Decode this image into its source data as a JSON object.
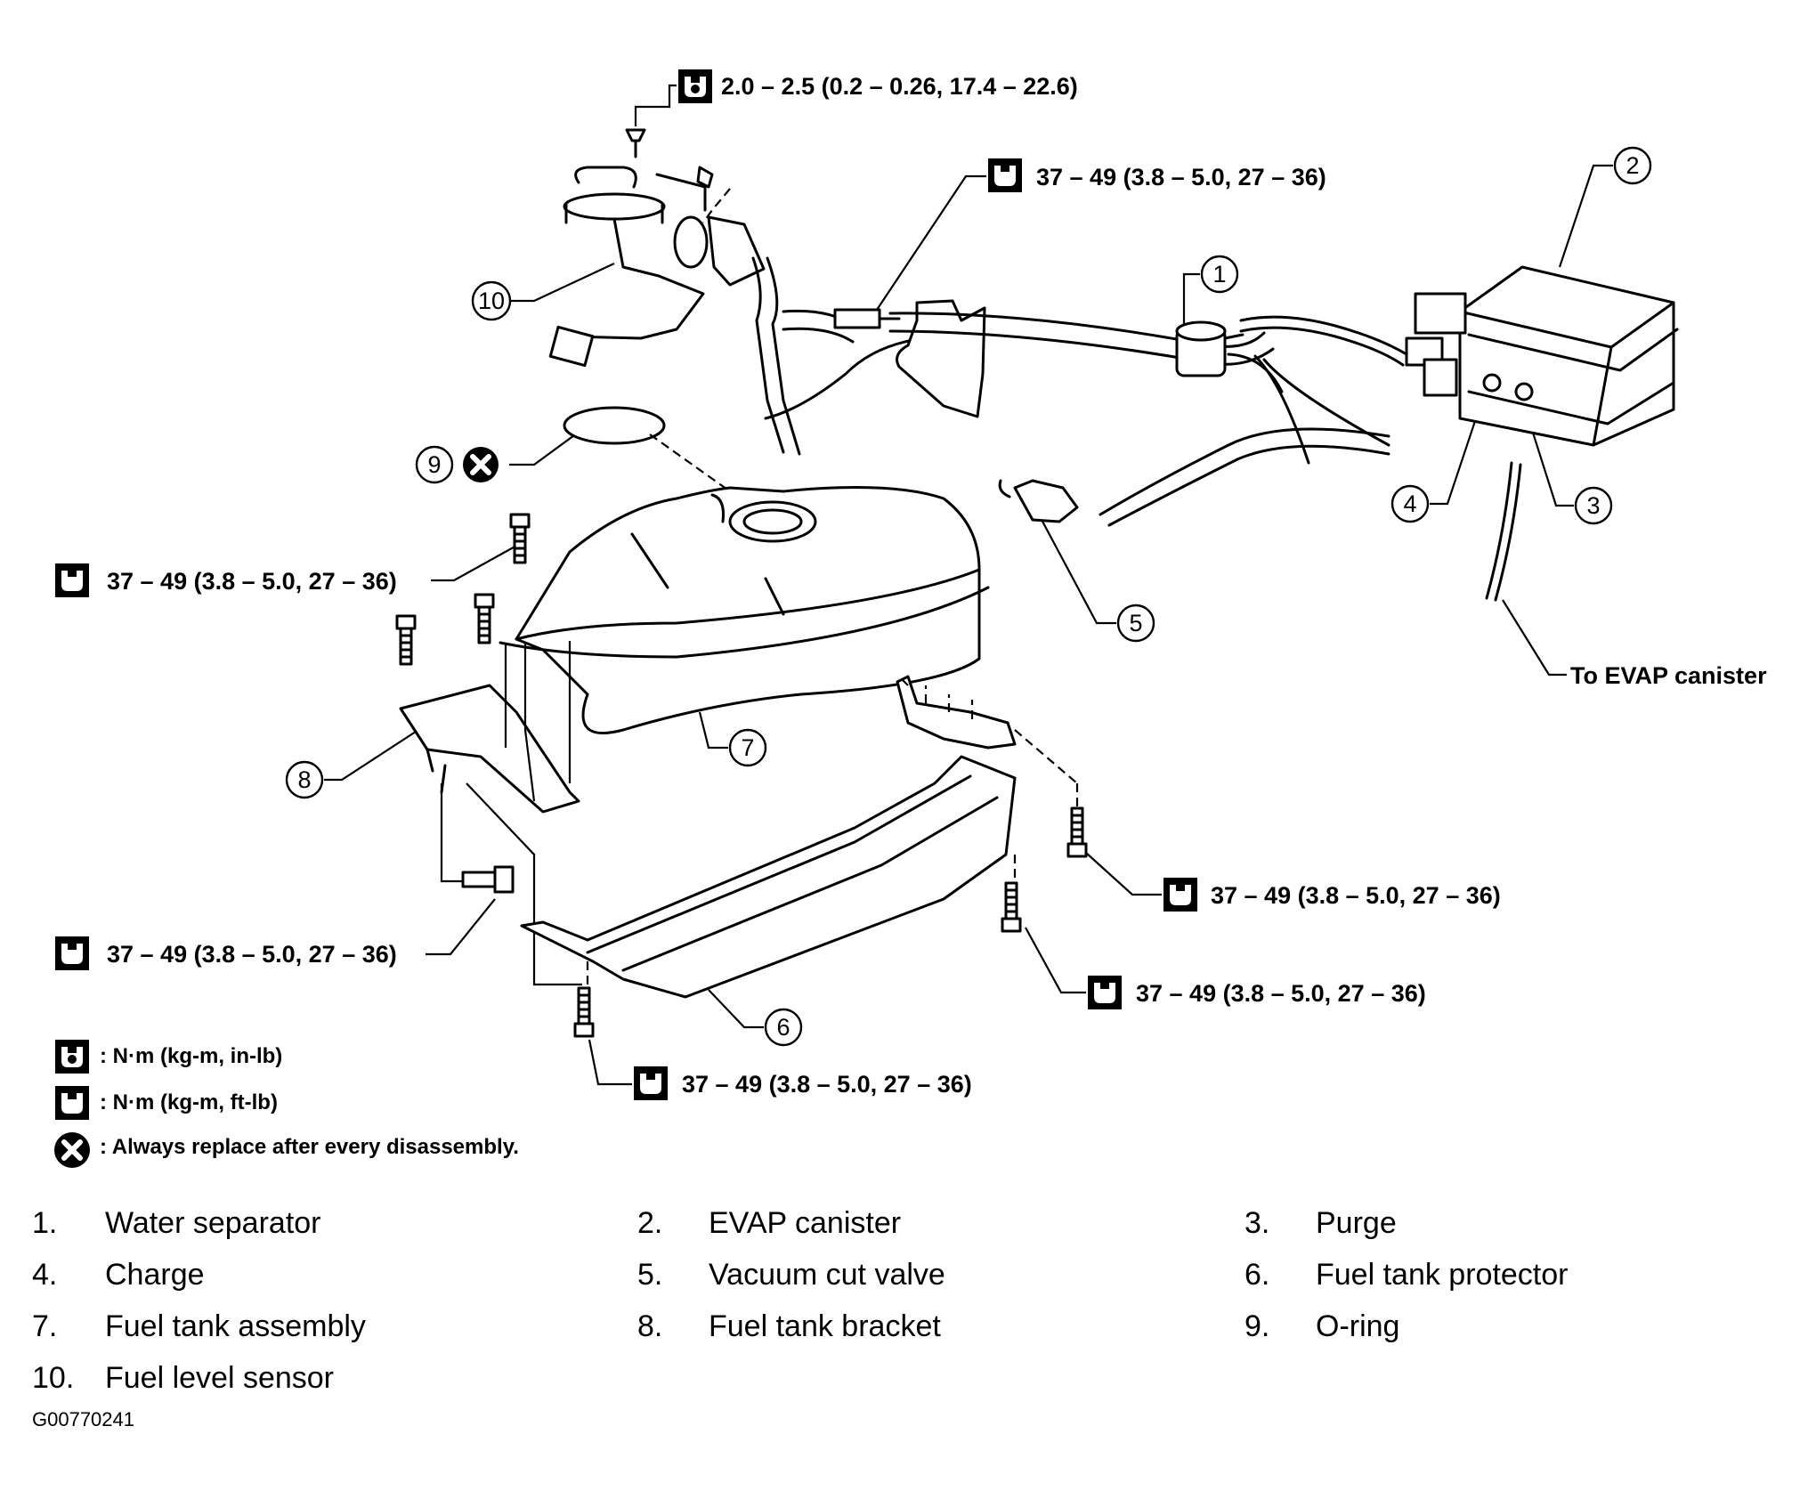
{
  "torque_labels": {
    "t_top": "2.0 – 2.5 (0.2 – 0.26, 17.4 – 22.6)",
    "t_upper_mid": "37 – 49 (3.8 – 5.0, 27 – 36)",
    "t_left_upper": "37 – 49 (3.8 – 5.0, 27 – 36)",
    "t_left_lower": "37 – 49 (3.8 – 5.0, 27 – 36)",
    "t_right_upper": "37 – 49 (3.8 – 5.0, 27 – 36)",
    "t_right_lower": "37 – 49 (3.8 – 5.0, 27 – 36)",
    "t_bottom": "37 – 49 (3.8 – 5.0, 27 – 36)"
  },
  "callouts": [
    "1",
    "2",
    "3",
    "4",
    "5",
    "6",
    "7",
    "8",
    "9",
    "10"
  ],
  "evap_label": "To EVAP canister",
  "legend": {
    "inlb": ": N·m (kg-m, in-lb)",
    "ftlb": ": N·m (kg-m, ft-lb)",
    "replace": ": Always replace after every disassembly."
  },
  "parts": [
    {
      "num": "1.",
      "label": "Water separator"
    },
    {
      "num": "2.",
      "label": "EVAP canister"
    },
    {
      "num": "3.",
      "label": "Purge"
    },
    {
      "num": "4.",
      "label": "Charge"
    },
    {
      "num": "5.",
      "label": "Vacuum cut valve"
    },
    {
      "num": "6.",
      "label": "Fuel tank protector"
    },
    {
      "num": "7.",
      "label": "Fuel tank assembly"
    },
    {
      "num": "8.",
      "label": "Fuel tank bracket"
    },
    {
      "num": "9.",
      "label": "O-ring"
    },
    {
      "num": "10.",
      "label": "Fuel level sensor"
    }
  ],
  "figure_id": "G00770241"
}
